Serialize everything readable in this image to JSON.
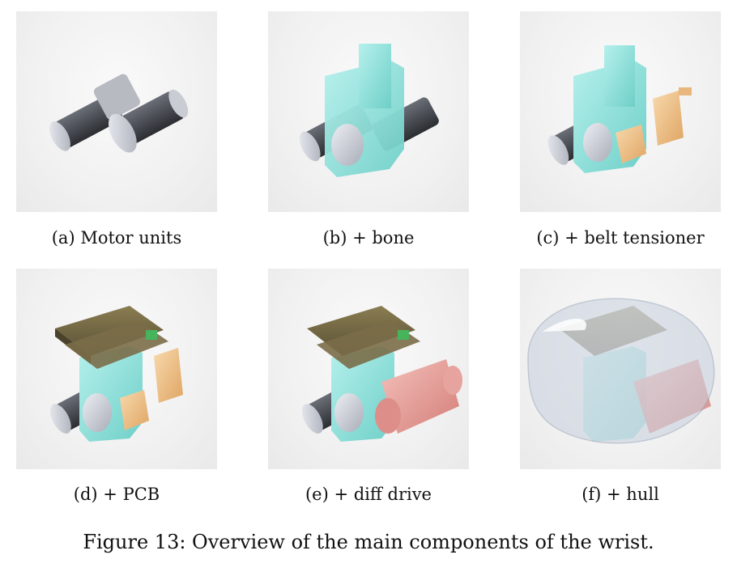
{
  "figure": {
    "caption": "Figure 13: Overview of the main components of the wrist.",
    "subfigures": [
      {
        "label": "(a) Motor units"
      },
      {
        "label": "(b) + bone"
      },
      {
        "label": "(c) + belt tensioner"
      },
      {
        "label": "(d) + PCB"
      },
      {
        "label": "(e) + diff drive"
      },
      {
        "label": "(f) + hull"
      }
    ]
  },
  "colors": {
    "motor_dark": "#3c3f45",
    "pulley": "#c7cad2",
    "bone": "#8fe3dd",
    "tensioner": "#f1c48e",
    "pcb": "#6f6440",
    "diff_drive": "#e49a95",
    "hull": "#b8c3d3"
  }
}
